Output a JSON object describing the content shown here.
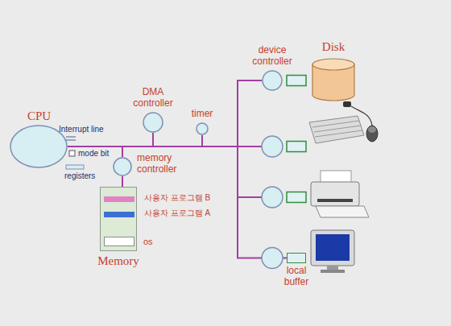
{
  "diagram": {
    "nodes": [
      {
        "text": [
          "CPU"
        ]
      },
      {
        "text": [
          "DMA controller"
        ]
      },
      {
        "text": [
          "timer"
        ]
      },
      {
        "text": [
          "memory controller"
        ]
      },
      {
        "text": [
          "Memory"
        ]
      },
      {
        "text": [
          "사용자 프로그램 B"
        ],
        "in": 4
      },
      {
        "text": [
          "사용자 프로그램 A"
        ],
        "in": 4
      },
      {
        "text": [
          "os"
        ],
        "in": 4
      },
      {
        "text": [
          "device controller"
        ]
      },
      {
        "text": [
          "Disk"
        ]
      },
      {
        "text": [
          "local buffer"
        ]
      }
    ],
    "edges": [
      {
        "from": 0,
        "to": 1,
        "arrow": "none"
      },
      {
        "from": 0,
        "to": 2,
        "arrow": "none"
      },
      {
        "from": 0,
        "to": 3,
        "arrow": "none"
      },
      {
        "from": 3,
        "to": 4,
        "arrow": "none"
      },
      {
        "from": 0,
        "to": 8,
        "arrow": "none"
      },
      {
        "from": 0,
        "to": 10,
        "arrow": "none"
      }
    ],
    "labels": [
      "Interrupt line",
      "mode bit",
      "registers"
    ]
  }
}
